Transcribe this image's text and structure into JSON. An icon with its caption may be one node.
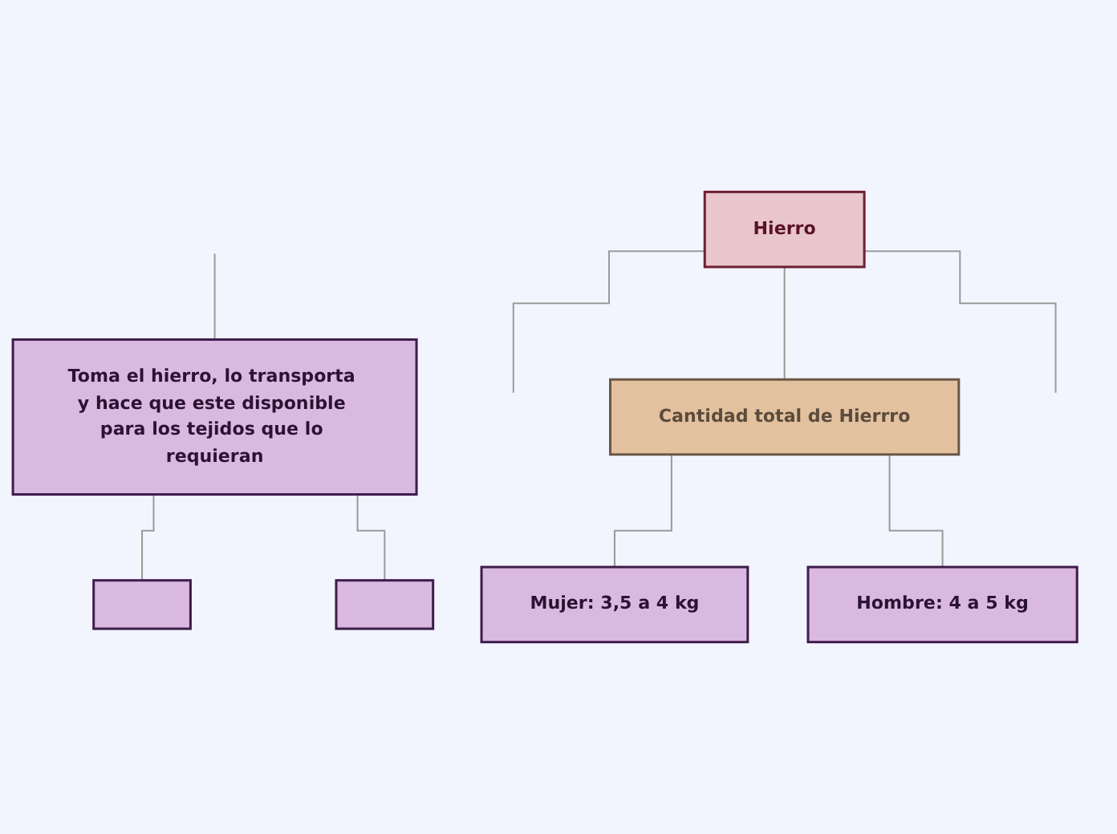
{
  "diagram": {
    "nodes": [
      {
        "text": [
          "Hierro"
        ]
      },
      {
        "text": [
          "Cantidad total de Hierrro"
        ]
      },
      {
        "text": [
          "Mujer: 3,5 a 4 kg"
        ]
      },
      {
        "text": [
          "Hombre: 4 a 5 kg"
        ]
      },
      {
        "text": [
          "Toma el hierro, lo transporta y hace que este disponible para los tejidos que lo requieran"
        ]
      },
      {
        "text": [],
        "shape": "box"
      },
      {
        "text": [],
        "shape": "box"
      }
    ],
    "edges": [
      {
        "from": 0,
        "to": null,
        "arrow": "none"
      },
      {
        "from": 0,
        "to": 1,
        "arrow": "none"
      },
      {
        "from": 1,
        "to": 2,
        "arrow": "none"
      },
      {
        "from": 1,
        "to": 3,
        "arrow": "none"
      },
      {
        "from": 0,
        "to": null,
        "arrow": "none"
      },
      {
        "from": null,
        "to": 4,
        "arrow": "none"
      },
      {
        "from": 4,
        "to": 5,
        "arrow": "none"
      },
      {
        "from": 4,
        "to": 6,
        "arrow": "none"
      }
    ]
  }
}
